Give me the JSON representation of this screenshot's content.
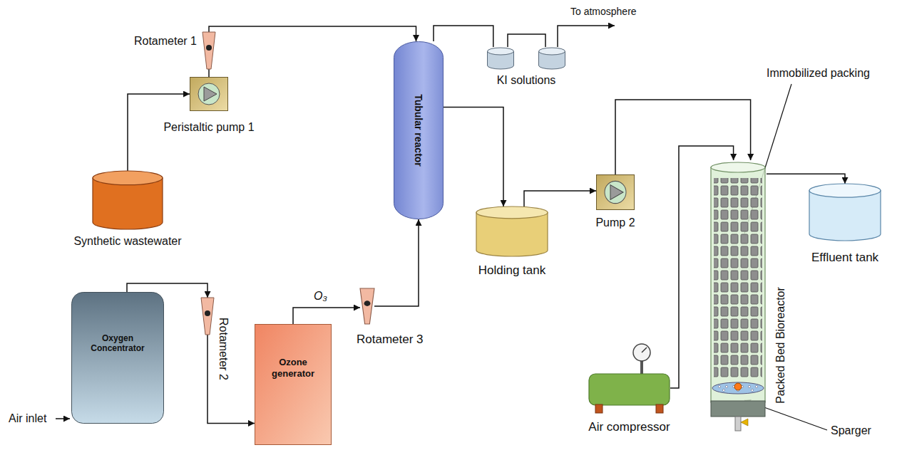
{
  "diagram": {
    "nodes": [
      {
        "text": [
          "Synthetic wastewater"
        ]
      },
      {
        "text": [
          "Peristaltic pump 1"
        ]
      },
      {
        "text": [
          "Rotameter 1"
        ]
      },
      {
        "text": [
          "Oxygen Concentrator"
        ]
      },
      {
        "text": [
          "Rotameter 2"
        ]
      },
      {
        "text": [
          "Ozone generator"
        ]
      },
      {
        "text": [
          "Rotameter 3"
        ]
      },
      {
        "text": [
          "Tubular reactor"
        ]
      },
      {
        "text": [
          "KI solutions"
        ]
      },
      {
        "text": [
          "Holding tank"
        ]
      },
      {
        "text": [
          "Pump 2"
        ]
      },
      {
        "text": [
          "Air compressor"
        ]
      },
      {
        "text": [
          "Packed Bed Bioreactor"
        ]
      },
      {
        "text": [
          "Effluent tank"
        ]
      }
    ],
    "edges": [
      {
        "from": 0,
        "to": 1,
        "arrow": "to"
      },
      {
        "from": 1,
        "to": 2,
        "arrow": "none"
      },
      {
        "from": 2,
        "to": 7,
        "arrow": "to"
      },
      {
        "from": 3,
        "to": 4,
        "arrow": "to"
      },
      {
        "from": 4,
        "to": 5,
        "arrow": "to"
      },
      {
        "from": 5,
        "to": 6,
        "label": "O₃",
        "arrow": "to"
      },
      {
        "from": 6,
        "to": 7,
        "arrow": "to"
      },
      {
        "from": 7,
        "to": 8,
        "arrow": "none"
      },
      {
        "from": 7,
        "to": 9,
        "arrow": "to"
      },
      {
        "from": 9,
        "to": 10,
        "arrow": "to"
      },
      {
        "from": 10,
        "to": 12,
        "arrow": "to"
      },
      {
        "from": 11,
        "to": 12,
        "arrow": "to"
      },
      {
        "from": 12,
        "to": 13,
        "arrow": "to"
      }
    ],
    "labels": [
      "Air inlet",
      "To atmosphere",
      "Immobilized packing",
      "Sparger"
    ]
  }
}
